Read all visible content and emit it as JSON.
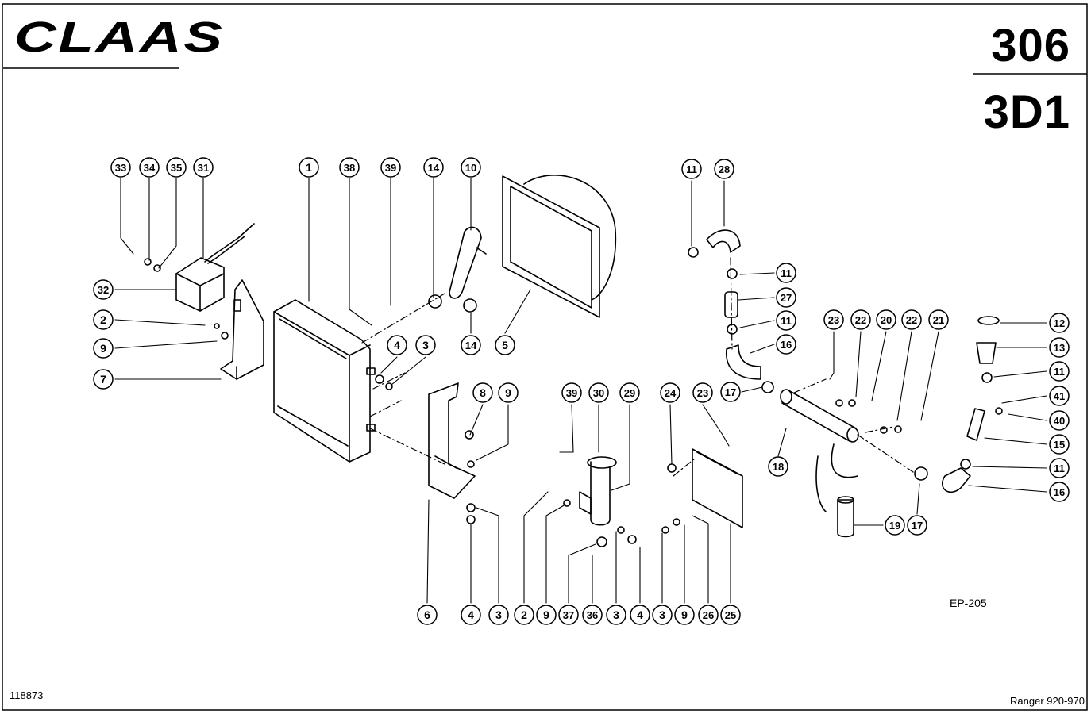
{
  "header": {
    "brand": "CLAAS",
    "page_number": "306",
    "section_code": "3D1"
  },
  "footer": {
    "drawing_number": "118873",
    "model": "Ranger 920-970"
  },
  "diagram": {
    "ep_code": "EP-205",
    "callouts": [
      "33",
      "34",
      "35",
      "31",
      "32",
      "2",
      "9",
      "7",
      "1",
      "38",
      "39",
      "14",
      "10",
      "14",
      "5",
      "4",
      "3",
      "6",
      "4",
      "3",
      "8",
      "9",
      "39",
      "30",
      "29",
      "2",
      "9",
      "37",
      "36",
      "3",
      "4",
      "3",
      "9",
      "26",
      "25",
      "24",
      "23",
      "11",
      "28",
      "11",
      "27",
      "11",
      "16",
      "17",
      "23",
      "22",
      "20",
      "22",
      "21",
      "18",
      "19",
      "17",
      "12",
      "13",
      "11",
      "41",
      "40",
      "15",
      "11",
      "16"
    ]
  }
}
